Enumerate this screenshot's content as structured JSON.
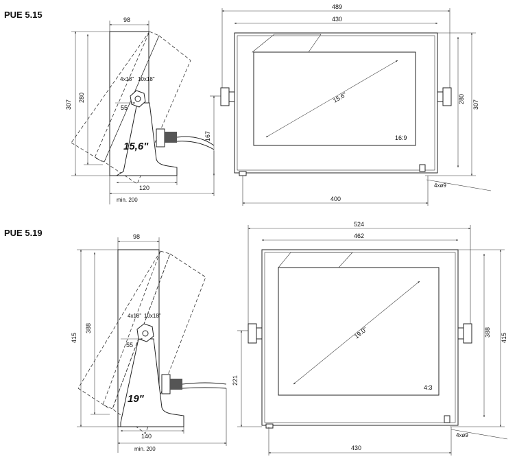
{
  "pue515": {
    "title": "PUE 5.15",
    "side": {
      "width_top": "98",
      "height_total": "307",
      "height_inner": "280",
      "screw_a": "4x18\"",
      "screw_b": "10x18\"",
      "pivot_offset": "55",
      "base_width": "120",
      "min_depth": "min. 200",
      "size_label": "15,6\""
    },
    "front": {
      "width_total": "489",
      "width_frame": "430",
      "height_total": "307",
      "height_inner": "280",
      "pivot_height": "167",
      "diagonal": "15.6\"",
      "ratio": "16:9",
      "holes": "4xø9",
      "foot_span": "400"
    }
  },
  "pue519": {
    "title": "PUE 5.19",
    "side": {
      "width_top": "98",
      "height_total": "415",
      "height_inner": "388",
      "screw_a": "4x18\"",
      "screw_b": "10x18\"",
      "pivot_offset": "55",
      "base_width": "140",
      "min_depth": "min. 200",
      "size_label": "19\""
    },
    "front": {
      "width_total": "524",
      "width_frame": "462",
      "height_total": "415",
      "height_inner": "388",
      "pivot_height": "221",
      "diagonal": "19.0\"",
      "ratio": "4:3",
      "holes": "4xø9",
      "foot_span": "430"
    }
  }
}
